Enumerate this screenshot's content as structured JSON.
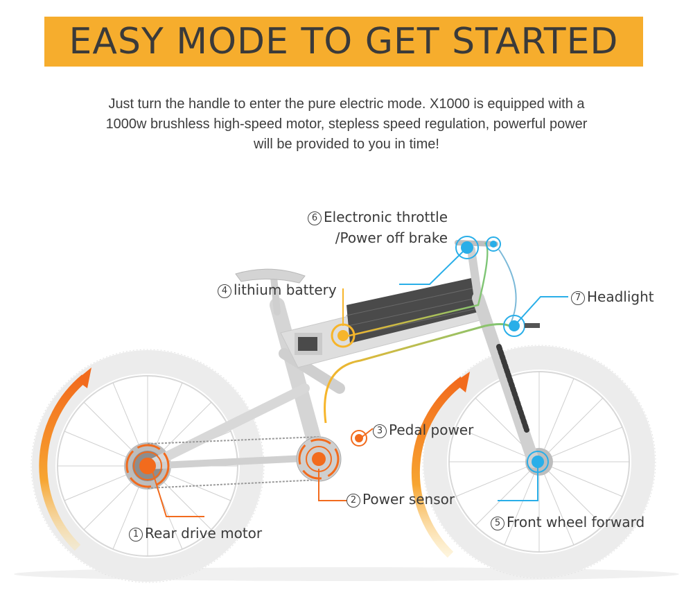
{
  "banner": {
    "title": "EASY MODE TO GET STARTED"
  },
  "intro": {
    "lines": [
      "Just turn the handle to enter the pure electric mode. X1000 is equipped with a",
      "1000w brushless high-speed motor, stepless speed regulation, powerful power",
      "will be provided to you in time!"
    ]
  },
  "callouts": {
    "throttle": {
      "num": "6",
      "line1": "Electronic throttle",
      "line2": "/Power off brake"
    },
    "battery": {
      "num": "4",
      "label": "lithium battery"
    },
    "headlight": {
      "num": "7",
      "label": "Headlight"
    },
    "pedal": {
      "num": "3",
      "label": "Pedal power"
    },
    "sensor": {
      "num": "2",
      "label": "Power sensor"
    },
    "front": {
      "num": "5",
      "label": "Front wheel forward"
    },
    "rear": {
      "num": "1",
      "label": "Rear drive motor"
    }
  },
  "colors": {
    "banner": "#f6ad2d",
    "orange_marker": "#f26b1d",
    "yellow_marker": "#f7b52a",
    "blue_marker": "#29aee8",
    "tire": "#eeeeee",
    "frame": "#dcdcdc"
  }
}
